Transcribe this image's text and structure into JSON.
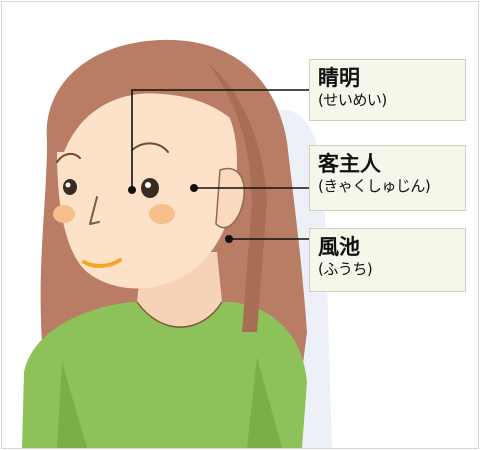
{
  "points": [
    {
      "kanji": "睛明",
      "reading": "(せいめい)"
    },
    {
      "kanji": "客主人",
      "reading": "(きゃくしゅじん)"
    },
    {
      "kanji": "風池",
      "reading": "(ふうち)"
    }
  ],
  "colors": {
    "hair": "#b87d64",
    "skin": "#fde1c8",
    "shirt": "#8dc15a",
    "label_bg": "#f7f6ea",
    "line": "#111111"
  }
}
